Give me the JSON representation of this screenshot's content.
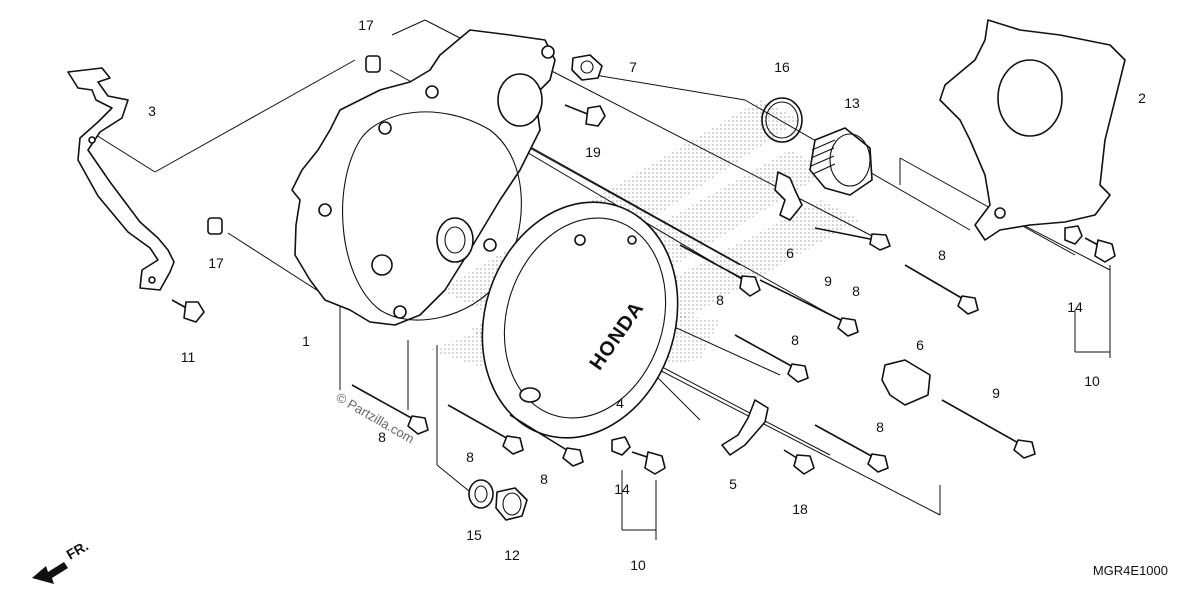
{
  "diagram": {
    "diagram_code": "MGR4E1000",
    "watermark": "© Partzilla.com",
    "cover_brand": "HONDA",
    "direction_label": "FR.",
    "callouts": [
      "17",
      "3",
      "17",
      "11",
      "1",
      "7",
      "19",
      "16",
      "13",
      "6",
      "8",
      "8",
      "9",
      "8",
      "8",
      "2",
      "14",
      "10",
      "6",
      "9",
      "8",
      "8",
      "8",
      "4",
      "14",
      "10",
      "5",
      "18",
      "15",
      "12"
    ]
  }
}
